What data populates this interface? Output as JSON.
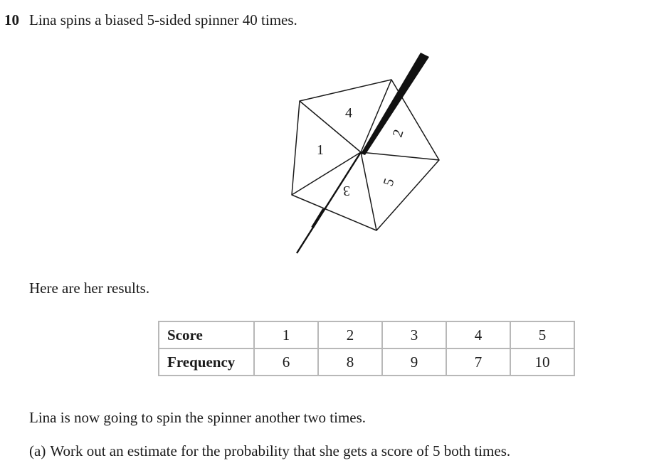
{
  "question": {
    "number": "10",
    "text": "Lina spins a biased 5-sided spinner 40 times."
  },
  "spinner": {
    "sector_labels": [
      "1",
      "2",
      "3",
      "4",
      "5"
    ]
  },
  "intro_text": "Here are her results.",
  "table": {
    "row_headers": [
      "Score",
      "Frequency"
    ],
    "scores": [
      "1",
      "2",
      "3",
      "4",
      "5"
    ],
    "frequencies": [
      "6",
      "8",
      "9",
      "7",
      "10"
    ]
  },
  "follow_up": {
    "text": "Lina is now going to spin the spinner another two times.",
    "part_label": "(a)",
    "part_text": "Work out an estimate for the probability that she gets a score of 5 both times."
  }
}
